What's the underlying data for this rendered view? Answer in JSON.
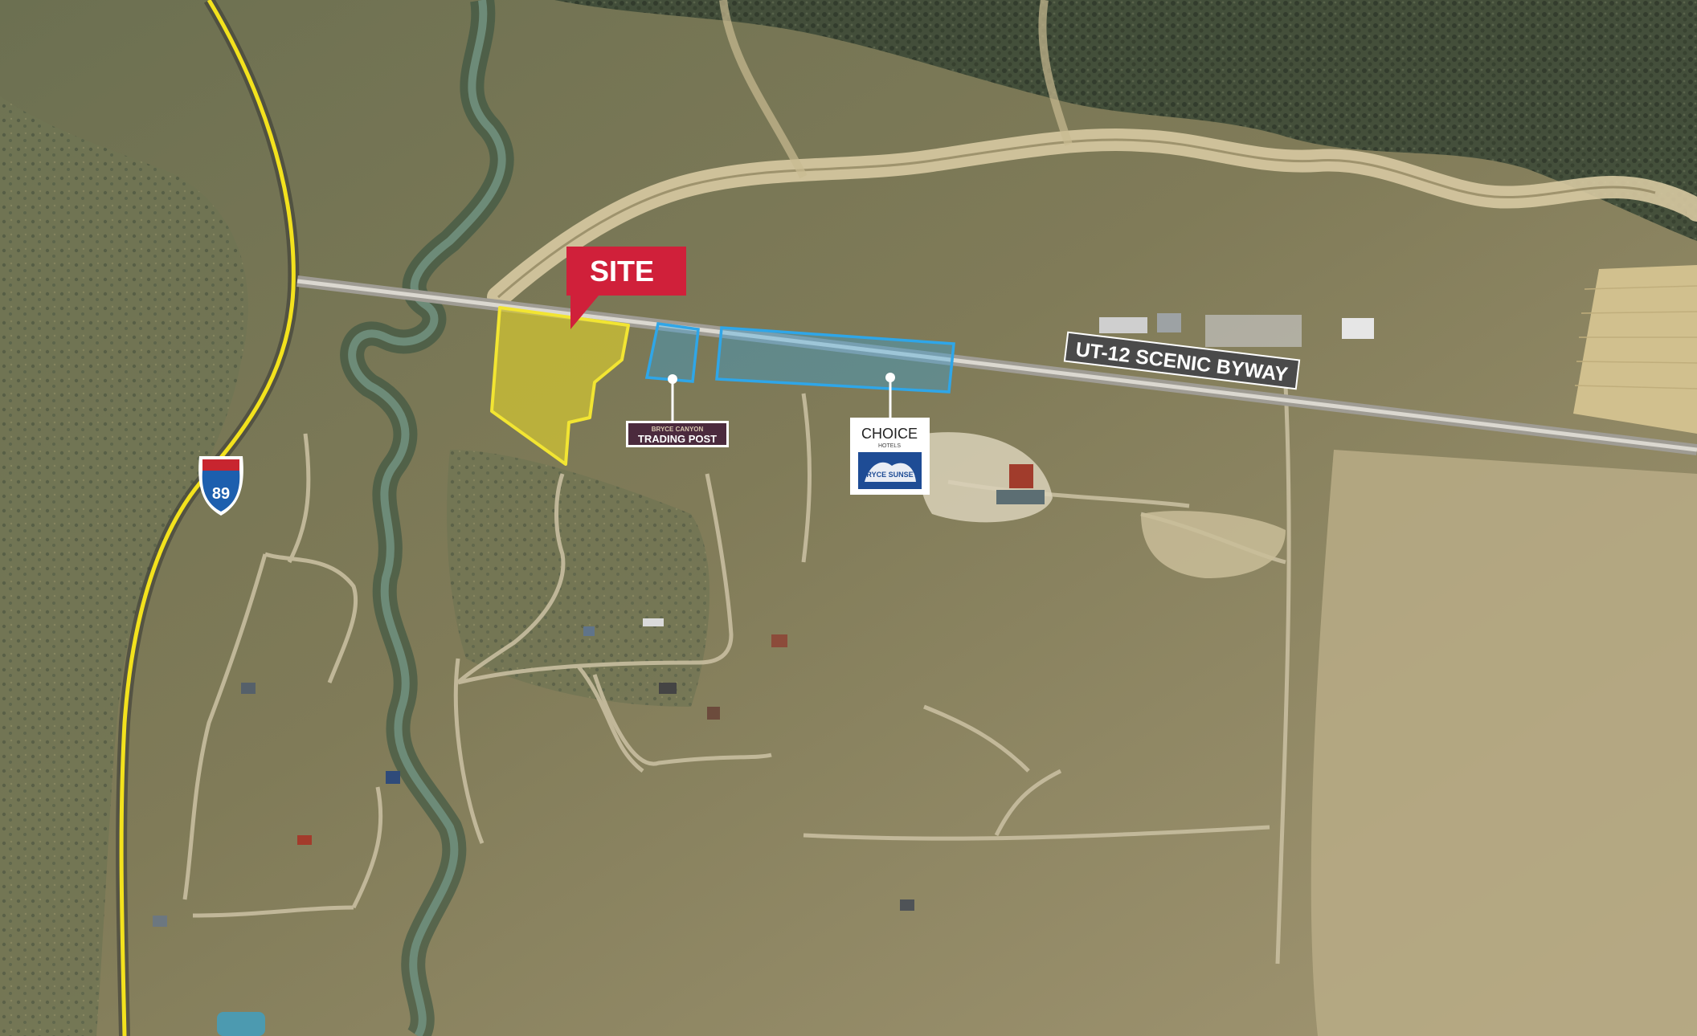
{
  "map": {
    "site_label": "SITE",
    "road_label": "UT-12 SCENIC BYWAY",
    "interstate_shield": {
      "number": "89"
    },
    "trading_post_logo": {
      "line1": "BRYCE CANYON",
      "line2": "TRADING POST"
    },
    "choice_logo": {
      "brand": "CHOICE",
      "sub": "HOTELS",
      "emblem_text": "BRYCE SUNSET"
    },
    "colors": {
      "site_fill": "#e5d62a",
      "site_outline": "#f2e532",
      "highlight_outline": "#2fa6e8",
      "site_callout": "#d0203a",
      "interstate_line": "#f3e21d",
      "shield_blue": "#1d5fae",
      "shield_red": "#c8252f",
      "trading_post_bg": "#4b2a3d",
      "choice_emblem": "#1e4c95"
    }
  }
}
